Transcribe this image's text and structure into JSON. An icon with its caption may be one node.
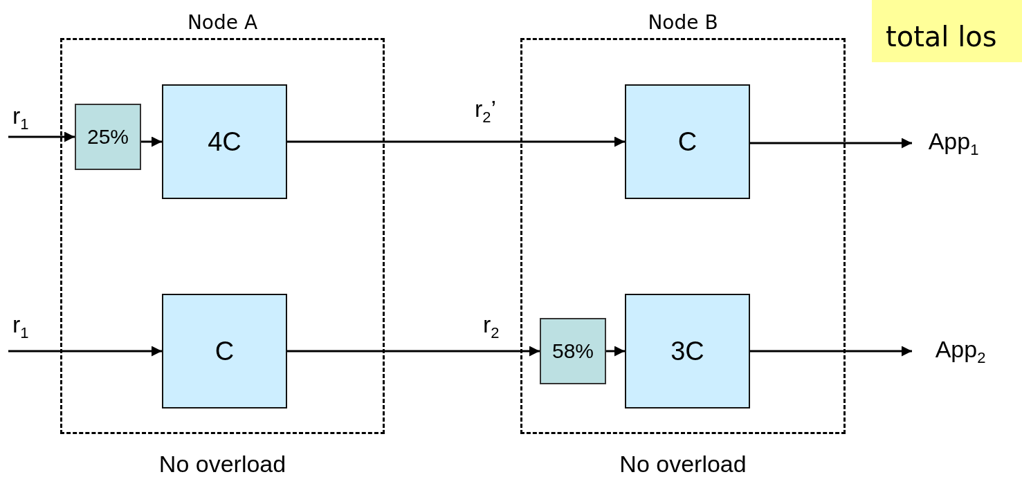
{
  "diagram": {
    "nodes": [
      {
        "text": [
          "Node A"
        ],
        "beside": [
          "No overload"
        ]
      },
      {
        "text": [
          "25%"
        ],
        "in": 0
      },
      {
        "text": [
          "4C"
        ],
        "in": 0
      },
      {
        "text": [
          "C"
        ],
        "in": 0
      },
      {
        "text": [
          "Node B"
        ],
        "beside": [
          "No overload"
        ]
      },
      {
        "text": [
          "C"
        ],
        "in": 4
      },
      {
        "text": [
          "58%"
        ],
        "in": 4
      },
      {
        "text": [
          "3C"
        ],
        "in": 4
      },
      {
        "text": [
          "App$_{1}$"
        ]
      },
      {
        "text": [
          "App$_{2}$"
        ]
      },
      {
        "text": [
          "total los"
        ]
      }
    ],
    "edges": [
      {
        "from": null,
        "to": 1,
        "arrow": "to",
        "label": "r$_{1}$"
      },
      {
        "from": 1,
        "to": 2,
        "arrow": "to"
      },
      {
        "from": 2,
        "to": 5,
        "arrow": "to",
        "label": "r$_{2}$’"
      },
      {
        "from": 5,
        "to": 8,
        "arrow": "to"
      },
      {
        "from": null,
        "to": 3,
        "arrow": "to",
        "label": "r$_{1}$"
      },
      {
        "from": 3,
        "to": 6,
        "arrow": "to",
        "label": "r$_{2}$"
      },
      {
        "from": 6,
        "to": 7,
        "arrow": "to"
      },
      {
        "from": 7,
        "to": 9,
        "arrow": "to"
      }
    ]
  }
}
